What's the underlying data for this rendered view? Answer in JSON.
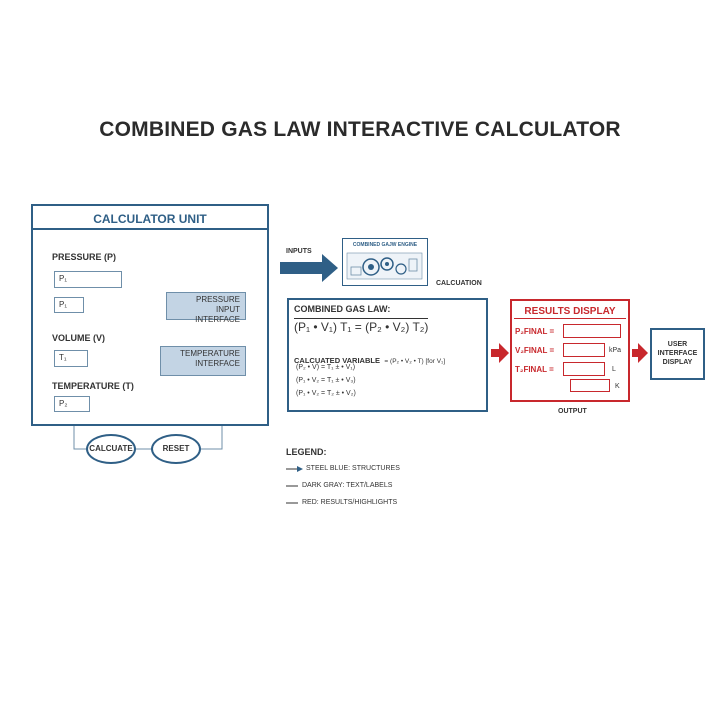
{
  "title": "COMBINED GAS LAW INTERACTIVE CALCULATOR",
  "colors": {
    "steel_blue": "#2f5f86",
    "dark_gray": "#333333",
    "red": "#c8282d",
    "interface_fill": "#c3d4e4"
  },
  "calculator_unit": {
    "title": "CALCULATOR UNIT",
    "pressure_label": "PRESSURE (P)",
    "pressure_fields": [
      "P₁",
      "P₁"
    ],
    "pressure_interface": "PRESSURE INPUT INTERFACE",
    "volume_label": "VOLUME (V)",
    "volume_field": "T₁",
    "temperature_interface": "TEMPERATURE INTERFACE",
    "temperature_label": "TEMPERATURE (T)",
    "temperature_field": "P₂",
    "calculate_button": "CALCUATE",
    "reset_button": "RESET"
  },
  "inputs_label": "INPUTS",
  "engine": {
    "title": "COMBINED GAJW ENGINE",
    "caption": "CALCUATION"
  },
  "formula_box": {
    "title": "COMBINED GAS LAW:",
    "main": "(P₁ • V₁) T₁ = (P₂ • V₂) T₂)",
    "calc_label": "CALCUATED VARIABLE",
    "calc_expr": "= (P₂ • V₂ • T) [for V₁]",
    "lines": [
      "(P₂ • V) = T₁ ± • V₁)",
      "(P₁ • V₂ = T₁ ± • V₃)",
      "(P₁ • V₂ = T₂ ± • V₂)"
    ]
  },
  "results": {
    "title": "RESULTS DISPLAY",
    "rows": [
      {
        "label": "P₂FINAL =",
        "unit": ""
      },
      {
        "label": "V₂FINAL =",
        "unit": "kPa"
      },
      {
        "label": "T₂FINAL =",
        "unit": "L"
      },
      {
        "label": "",
        "unit": "K"
      }
    ],
    "caption": "OUTPUT"
  },
  "ui_display": "USER INTERFACE DISPLAY",
  "legend": {
    "title": "LEGEND:",
    "items": [
      {
        "symbol": "⟶",
        "text": "STEEL BLUE: STRUCTURES"
      },
      {
        "symbol": "—",
        "text": "DARK GRAY: TEXT/LABELS"
      },
      {
        "symbol": "—",
        "text": "RED: RESULTS/HIGHLIGHTS"
      }
    ]
  }
}
